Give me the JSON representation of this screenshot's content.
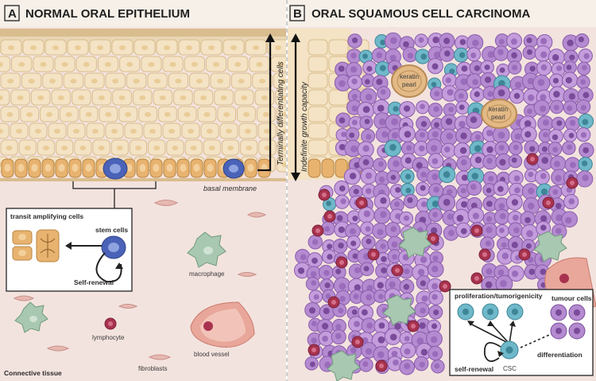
{
  "panel_a": {
    "letter": "A",
    "title": "NORMAL ORAL EPITHELIUM",
    "labels": {
      "basal_membrane": "basal membrane",
      "terminally_differentiating": "Terminally differentiating cells",
      "transit_amplifying": "transit amplifying cells",
      "stem_cells": "stem cells",
      "self_renewal": "Self-renewal",
      "macrophage": "macrophage",
      "lymphocyte": "lymphocyte",
      "blood_vessel": "blood vessel",
      "fibroblasts": "fibroblasts",
      "connective_tissue": "Connective tissue"
    }
  },
  "panel_b": {
    "letter": "B",
    "title": "ORAL SQUAMOUS CELL CARCINOMA",
    "labels": {
      "indefinite_growth": "Indefinite growth capacity",
      "keratin_pearl_1_a": "keratin",
      "keratin_pearl_1_b": "pearl",
      "keratin_pearl_2_a": "keratin",
      "keratin_pearl_2_b": "pearl",
      "proliferation": "proliferation/tumorigenicity",
      "tumour_cells": "tumour cells",
      "self_renewal": "self-renewal",
      "csc": "CSC",
      "differentiation": "differentiation"
    }
  },
  "colors": {
    "epithelium": "#f4e3c4",
    "epithelium_cell_border": "#d9bd8e",
    "basal_cell": "#e8b36f",
    "stem_cell": "#4a63b8",
    "connective": "#f3e3de",
    "tumour_cell": "#b48bd0",
    "tumour_dark": "#7a4b9a",
    "csc": "#6fb8c9",
    "immune": "#a8334f",
    "macrophage": "#a9c8b1",
    "blood_vessel": "#e8a79a"
  }
}
